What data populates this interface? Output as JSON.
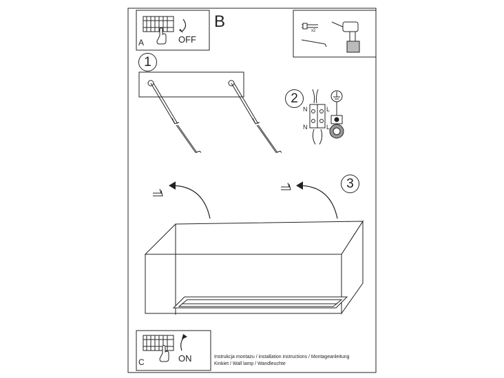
{
  "panels": {
    "a_label": "A",
    "b_label": "B",
    "c_label": "C",
    "off_label": "OFF",
    "on_label": "ON"
  },
  "tools": {
    "anchor_count": "x2"
  },
  "steps": {
    "step1": "1",
    "step2": "2",
    "step3": "3"
  },
  "wiring": {
    "n_top": "N",
    "l_top": "L",
    "n_bottom": "N",
    "l_bottom": "L"
  },
  "footer": {
    "line1": "Instrukcja montażu / installation instructions / Montageanleitung",
    "line2": "Kinkiet / Wall lamp / Wandleuchte"
  }
}
